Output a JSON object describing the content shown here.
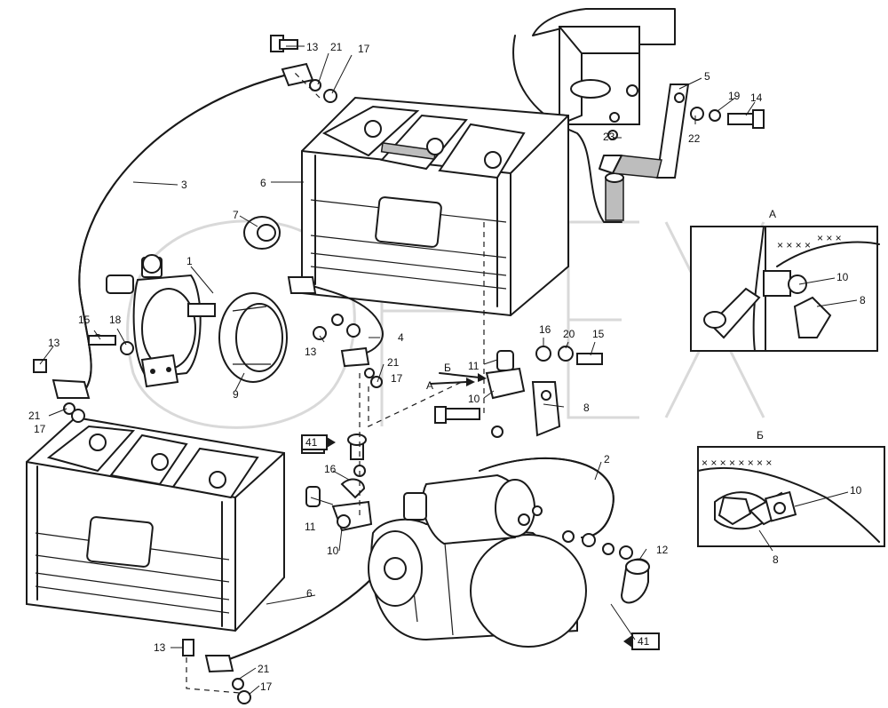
{
  "labels": {
    "p1": "1",
    "p2": "2",
    "p3": "3",
    "p4": "4",
    "p5": "5",
    "p6a": "6",
    "p6b": "6",
    "p7": "7",
    "p8a": "8",
    "p8b": "8",
    "p8c": "8",
    "p9": "9",
    "p10a": "10",
    "p10b": "10",
    "p10c": "10",
    "p10d": "10",
    "p11a": "11",
    "p11b": "11",
    "p12": "12",
    "p13a": "13",
    "p13b": "13",
    "p13c": "13",
    "p13d": "13",
    "p14": "14",
    "p15a": "15",
    "p15b": "15",
    "p16a": "16",
    "p16b": "16",
    "p17a": "17",
    "p17b": "17",
    "p17c": "17",
    "p17d": "17",
    "p18": "18",
    "p19": "19",
    "p20": "20",
    "p21a": "21",
    "p21b": "21",
    "p21c": "21",
    "p21d": "21",
    "p22": "22",
    "p23": "23"
  },
  "views": {
    "view_a": "А",
    "arrow_a": "А",
    "view_b": "Б",
    "arrow_b": "Б"
  },
  "refs": {
    "ref1": "41",
    "ref2": "41"
  },
  "watermark": "OPEX"
}
